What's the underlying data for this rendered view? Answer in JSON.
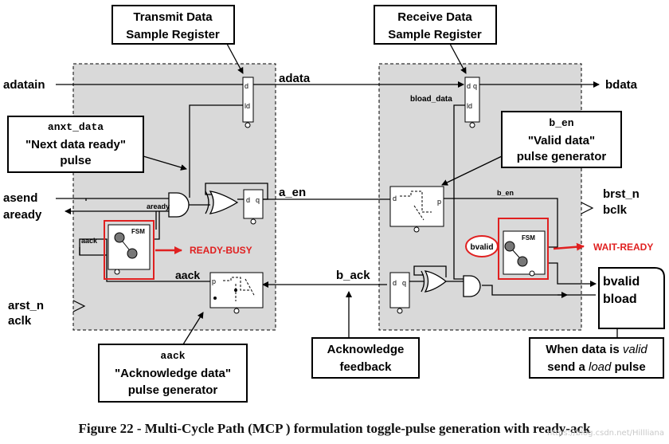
{
  "callouts": {
    "transmit": [
      "Transmit Data",
      "Sample Register"
    ],
    "receive": [
      "Receive Data",
      "Sample Register"
    ],
    "anxt_name": "anxt_data",
    "anxt_desc": [
      "\"Next data ready\"",
      "pulse"
    ],
    "ben_name": "b_en",
    "ben_desc": [
      "\"Valid data\"",
      "pulse generator"
    ],
    "aack_name": "aack",
    "aack_desc": [
      "\"Acknowledge data\"",
      "pulse generator"
    ],
    "ack_feedback": [
      "Acknowledge",
      "feedback"
    ],
    "valid_desc": {
      "l1a": "When data is ",
      "l1b": "valid",
      "l2a": "send a ",
      "l2b": "load",
      "l2c": " pulse"
    }
  },
  "signals": {
    "adatain": "adatain",
    "adata": "adata",
    "bdata": "bdata",
    "bload_data": "bload_data",
    "asend": "asend",
    "aready_out": "aready",
    "aready_int": "aready",
    "a_en": "a_en",
    "b_en_int": "b_en",
    "brst_n": "brst_n",
    "bclk": "bclk",
    "aack_int": "aack",
    "aack_big": "aack",
    "b_ack": "b_ack",
    "arst_n": "arst_n",
    "aclk": "aclk",
    "bvalid": "bvalid",
    "bvalid_out": "bvalid",
    "bload_out": "bload"
  },
  "blocks": {
    "fsm_a": "FSM",
    "fsm_b": "FSM",
    "ff": {
      "d": "d",
      "q": "q",
      "ld": "ld"
    },
    "pulse_gen": {
      "d": "d",
      "q": "q",
      "p": "p"
    }
  },
  "states": {
    "ready_busy": "READY-BUSY",
    "wait_ready": "WAIT-READY"
  },
  "colors": {
    "accent": "#e02020",
    "domain": "#d9d9d9"
  },
  "caption": "Figure 22 - Multi-Cycle Path (MCP ) formulation toggle-pulse generation with ready-ack",
  "watermark": "https://blog.csdn.net/Hillliana"
}
